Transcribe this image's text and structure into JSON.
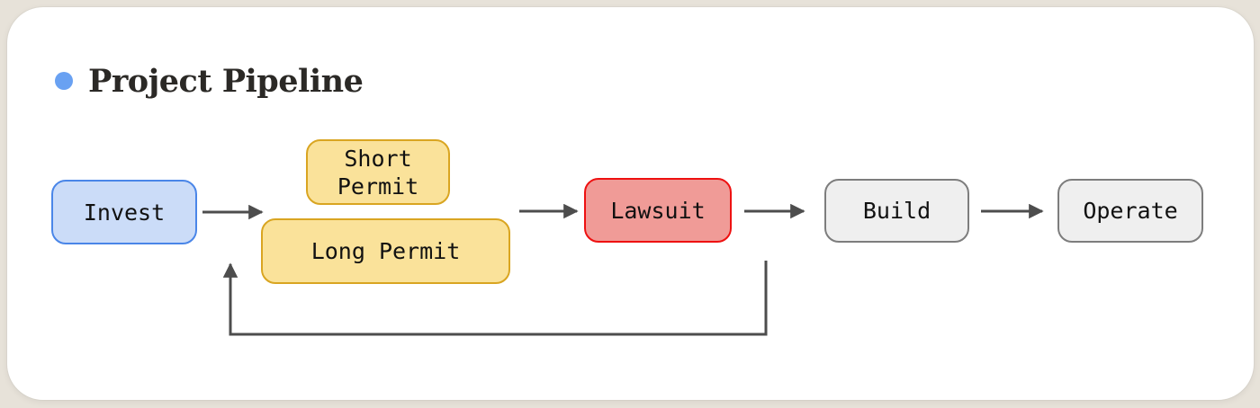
{
  "header": {
    "title": "Project Pipeline"
  },
  "diagram": {
    "nodes": [
      {
        "id": "invest",
        "label": "Invest",
        "color_role": "blue"
      },
      {
        "id": "short_permit",
        "label": "Short Permit",
        "color_role": "yellow"
      },
      {
        "id": "long_permit",
        "label": "Long Permit",
        "color_role": "yellow"
      },
      {
        "id": "lawsuit",
        "label": "Lawsuit",
        "color_role": "red"
      },
      {
        "id": "build",
        "label": "Build",
        "color_role": "gray"
      },
      {
        "id": "operate",
        "label": "Operate",
        "color_role": "gray"
      }
    ],
    "edges": [
      {
        "from": "invest",
        "to": "permits",
        "style": "straight"
      },
      {
        "from": "permits",
        "to": "lawsuit",
        "style": "straight"
      },
      {
        "from": "lawsuit",
        "to": "build",
        "style": "straight"
      },
      {
        "from": "build",
        "to": "operate",
        "style": "straight"
      },
      {
        "from": "lawsuit",
        "to": "invest",
        "style": "feedback-loop"
      }
    ]
  },
  "colors": {
    "page-bg": "#e7e2d9",
    "card-bg": "#ffffff",
    "title": "#2b2926",
    "accent-dot": "#69a1f2",
    "arrow": "#4d4d4d",
    "node-text": "#111111",
    "blue-fill": "#cbdcf8",
    "blue-border": "#4a86e8",
    "yellow-fill": "#fae29a",
    "yellow-border": "#d9a521",
    "red-fill": "#f09b97",
    "red-border": "#ee1111",
    "gray-fill": "#efefef",
    "gray-border": "#7d7d7d"
  }
}
